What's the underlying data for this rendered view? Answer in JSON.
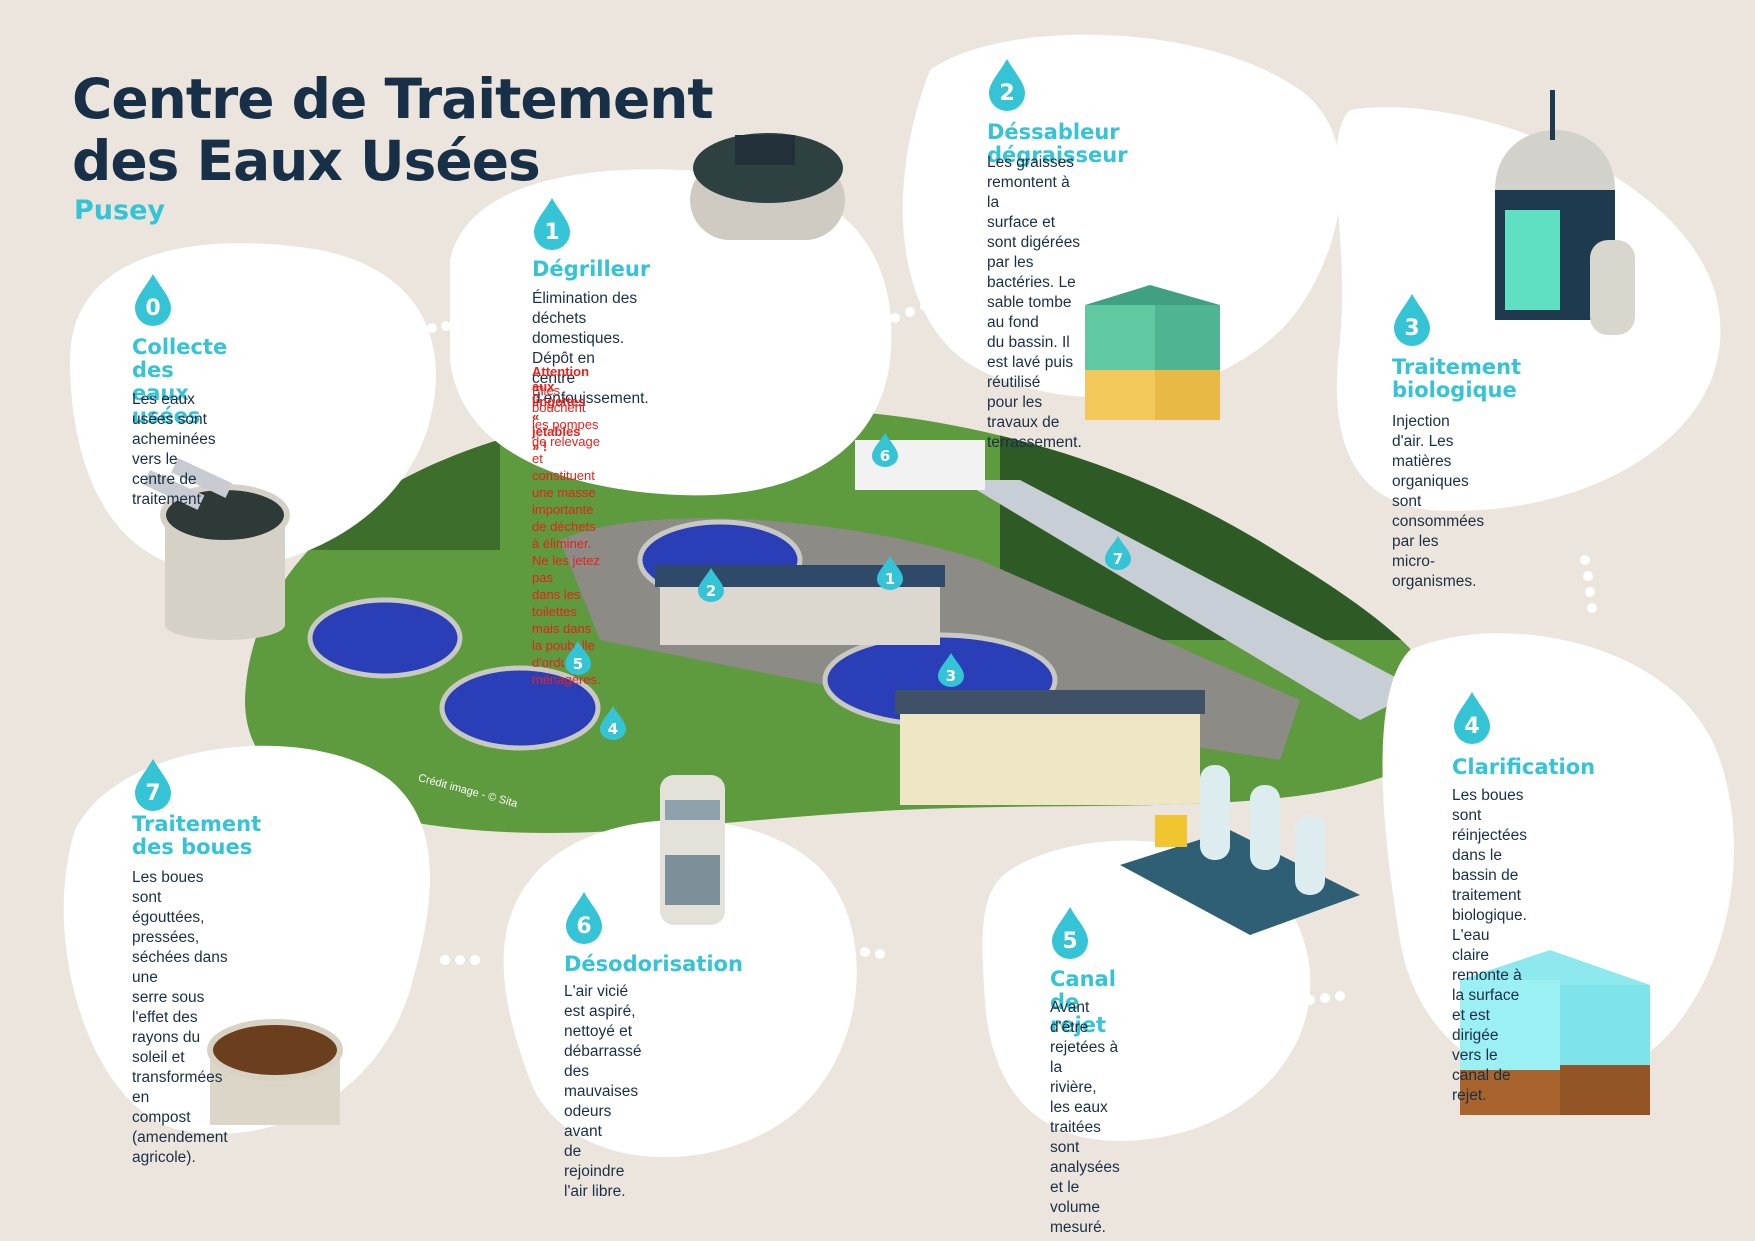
{
  "header": {
    "title_line1": "Centre de Traitement",
    "title_line2": "des Eaux Usées",
    "subtitle": "Pusey"
  },
  "colors": {
    "background": "#ece5de",
    "accent": "#35c3d6",
    "title": "#183047",
    "warning": "#e4231f"
  },
  "steps": [
    {
      "number": "0",
      "title": "Collecte des\neaux usées",
      "text": "Les eaux usées sont acheminées\nvers le centre de traitement",
      "icon": "raw-sewage-tank-icon"
    },
    {
      "number": "1",
      "title": "Dégrilleur",
      "text": "Élimination des déchets\ndomestiques. Dépôt en\ncentre d'enfouissement.",
      "icon": "screening-basin-icon",
      "warning_title": "Attention aux lingettes « jetables » !",
      "warning_text": "Elles bouchent les pompes de relevage\net constituent une masse importante\nde déchets à éliminer. Ne les jetez pas\ndans les toilettes mais dans la poubelle\nd'ordures ménagères."
    },
    {
      "number": "2",
      "title": "Déssableur dégraisseur",
      "text": "Les graisses remontent à la\nsurface et sont digérées par les\nbactéries. Le sable tombe au fond\ndu bassin. Il est lavé puis réutilisé\npour les travaux de terrassement.",
      "icon": "sand-grease-cube-icon"
    },
    {
      "number": "3",
      "title": "Traitement\nbiologique",
      "text": "Injection d'air. Les matières\norganiques sont consommées\npar les micro-organismes.",
      "icon": "biological-tank-icon"
    },
    {
      "number": "4",
      "title": "Clarification",
      "text": "Les boues sont réinjectées\ndans le bassin de traitement\nbiologique. L'eau claire\nremonte à la surface et est\ndirigée vers le canal de rejet.",
      "icon": "clarification-cube-icon"
    },
    {
      "number": "5",
      "title": "Canal de rejet",
      "text": "Avant d'être rejetées à la\nrivière, les eaux traitées\nsont analysées et le\nvolume mesuré.",
      "icon": "analysis-station-icon"
    },
    {
      "number": "6",
      "title": "Désodorisation",
      "text": "L'air vicié est aspiré,\nnettoyé et débarrassé des\nmauvaises odeurs avant\nde rejoindre l'air libre.",
      "icon": "air-purifier-icon"
    },
    {
      "number": "7",
      "title": "Traitement\ndes boues",
      "text": "Les boues sont égouttées,\npressées, séchées dans une\nserre sous l'effet des rayons du\nsoleil et transformées en\ncompost (amendement agricole).",
      "icon": "sludge-tank-icon"
    }
  ],
  "photo": {
    "credit": "Crédit image - © Sita",
    "markers": [
      "1",
      "2",
      "3",
      "4",
      "5",
      "6",
      "7"
    ]
  }
}
